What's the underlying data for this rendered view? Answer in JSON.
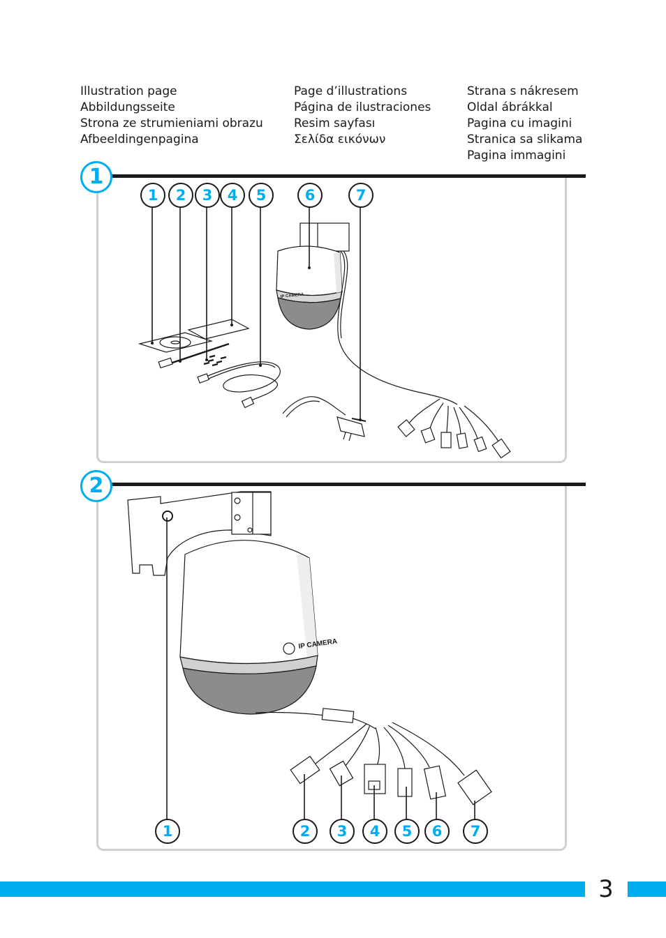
{
  "header": {
    "columns": [
      [
        "Illustration page",
        "Abbildungsseite",
        "Strona ze strumieniami obrazu",
        "Afbeeldingenpagina"
      ],
      [
        "Page d’illustrations",
        "Página de ilustraciones",
        "Resim sayfası",
        "Σελίδα εικόνων"
      ],
      [
        "Strana s nákresem",
        "Oldal ábrákkal",
        "Pagina cu imagini",
        "Stranica sa slikama",
        "Pagina immagini"
      ]
    ]
  },
  "section1": {
    "number": "1",
    "callouts": [
      "1",
      "2",
      "3",
      "4",
      "5",
      "6",
      "7"
    ],
    "camera_label": "IP CAMERA"
  },
  "section2": {
    "number": "2",
    "callouts": [
      "1",
      "2",
      "3",
      "4",
      "5",
      "6",
      "7"
    ],
    "camera_label": "IP CAMERA"
  },
  "footer": {
    "page_number": "3"
  },
  "colors": {
    "accent": "#00aeef",
    "ink": "#1a1a1a",
    "panel_border": "#cfcfcf"
  }
}
